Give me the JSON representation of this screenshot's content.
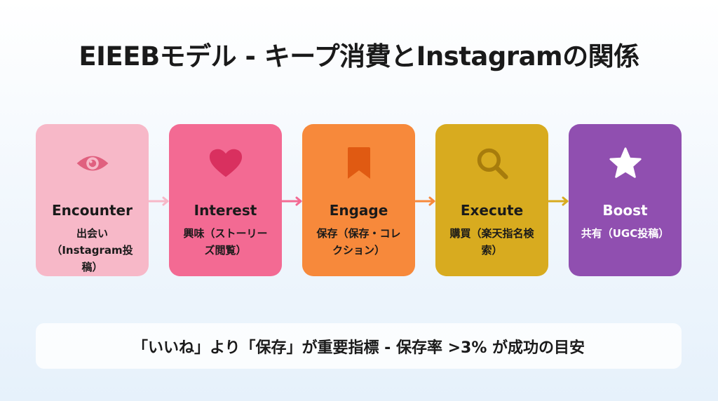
{
  "title": "EIEEBモデル - キープ消費とInstagramの関係",
  "stages": [
    {
      "icon": "eye-icon",
      "name": "Encounter",
      "desc": "出会い（Instagram投稿）",
      "bg": "#f7b8c8",
      "fg": "#1a1a1a",
      "icon_color": "#e0607f"
    },
    {
      "icon": "heart-icon",
      "name": "Interest",
      "desc": "興味（ストーリーズ閲覧）",
      "bg": "#f36a93",
      "fg": "#1a1a1a",
      "icon_color": "#d9305f"
    },
    {
      "icon": "bookmark-icon",
      "name": "Engage",
      "desc": "保存（保存・コレクション）",
      "bg": "#f7893b",
      "fg": "#1a1a1a",
      "icon_color": "#e05a12"
    },
    {
      "icon": "search-icon",
      "name": "Execute",
      "desc": "購買（楽天指名検索）",
      "bg": "#d8ab1f",
      "fg": "#1a1a1a",
      "icon_color": "#a77c0c"
    },
    {
      "icon": "star-icon",
      "name": "Boost",
      "desc": "共有（UGC投稿）",
      "bg": "#904fb0",
      "fg": "#ffffff",
      "icon_color": "#ffffff"
    }
  ],
  "arrow_colors": [
    "#f7b8c8",
    "#f36a93",
    "#f7893b",
    "#d8ab1f"
  ],
  "note": "「いいね」より「保存」が重要指標 - 保存率 >3% が成功の目安"
}
